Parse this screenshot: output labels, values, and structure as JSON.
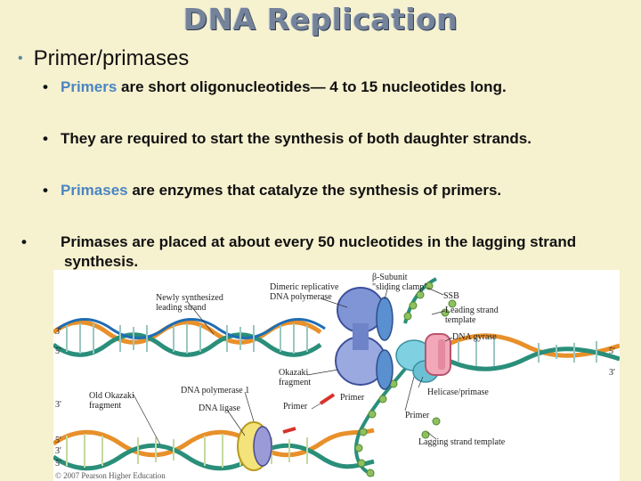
{
  "slide": {
    "title": "DNA Replication",
    "heading_bullet": "•",
    "heading": "Primer/primases",
    "sub_bullet": "•",
    "bullets": [
      {
        "highlight": "Primers",
        "text": " are short oligonucleotides— 4 to 15 nucleotides long."
      },
      {
        "highlight": "",
        "text": "They are required to start the synthesis of both daughter strands."
      },
      {
        "highlight": "Primases",
        "text": " are enzymes that catalyze the synthesis of primers."
      },
      {
        "highlight": "",
        "text": "Primases are placed at about every 50 nucleotides in the lagging strand synthesis."
      }
    ],
    "highlight_color": "#4b85c3"
  },
  "figure": {
    "labels": {
      "newly_synth": "Newly synthesized\nleading strand",
      "dimeric": "Dimeric replicative\nDNA polymerase",
      "beta": "β-Subunit\n\"sliding clamp\"",
      "ssb": "SSB",
      "leading_template": "Leading strand\ntemplate",
      "gyrase": "DNA gyrase",
      "okazaki": "Okazaki\nfragment",
      "old_okazaki": "Old Okazaki\nfragment",
      "pol1": "DNA polymerase 1",
      "ligase": "DNA ligase",
      "primer1": "Primer",
      "primer2": "Primer",
      "primer3": "Primer",
      "helicase": "Helicase/primase",
      "lagging_template": "Lagging strand template",
      "copyright": "© 2007 Pearson Higher Education"
    },
    "ends": {
      "l1": "3'",
      "l2": "5'",
      "l3": "3'",
      "l4": "5'",
      "l5": "3'",
      "l6": "5'",
      "r1": "5'",
      "r2": "3'"
    }
  }
}
